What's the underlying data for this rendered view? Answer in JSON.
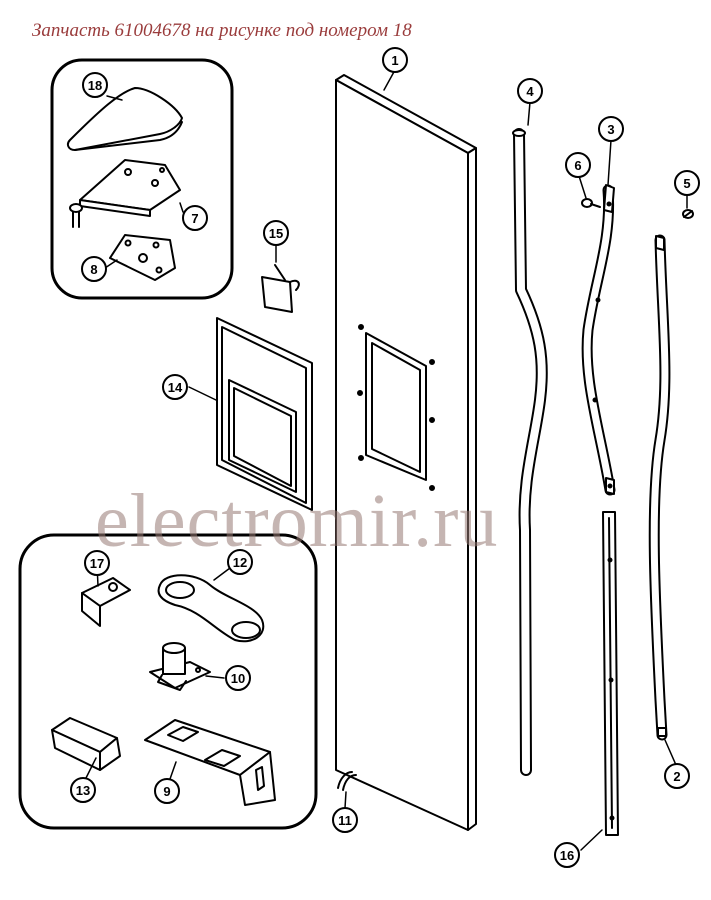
{
  "caption": "Запчасть 61004678 на рисунке под номером 18",
  "watermark": "electromir.ru",
  "colors": {
    "caption": "#9a3c3c",
    "line": "#000000",
    "watermark": "#96786f"
  },
  "callouts": {
    "c1": "1",
    "c2": "2",
    "c3": "3",
    "c4": "4",
    "c5": "5",
    "c6": "6",
    "c7": "7",
    "c8": "8",
    "c9": "9",
    "c10": "10",
    "c11": "11",
    "c12": "12",
    "c13": "13",
    "c14": "14",
    "c15": "15",
    "c16": "16",
    "c17": "17",
    "c18": "18"
  }
}
